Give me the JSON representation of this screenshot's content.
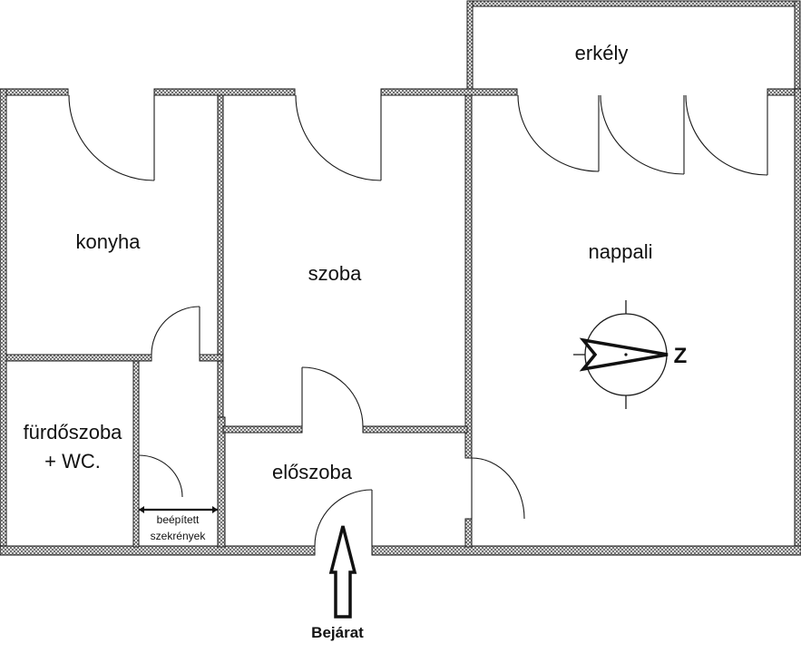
{
  "rooms": {
    "balcony": "erkély",
    "kitchen": "konyha",
    "room": "szoba",
    "living": "nappali",
    "bathroom_line1": "fürdőszoba",
    "bathroom_line2": "+ WC.",
    "hall": "előszoba"
  },
  "closet": {
    "line1": "beépített",
    "line2": "szekrények"
  },
  "entrance": "Bejárat",
  "compass": {
    "north_letter": "Z"
  }
}
